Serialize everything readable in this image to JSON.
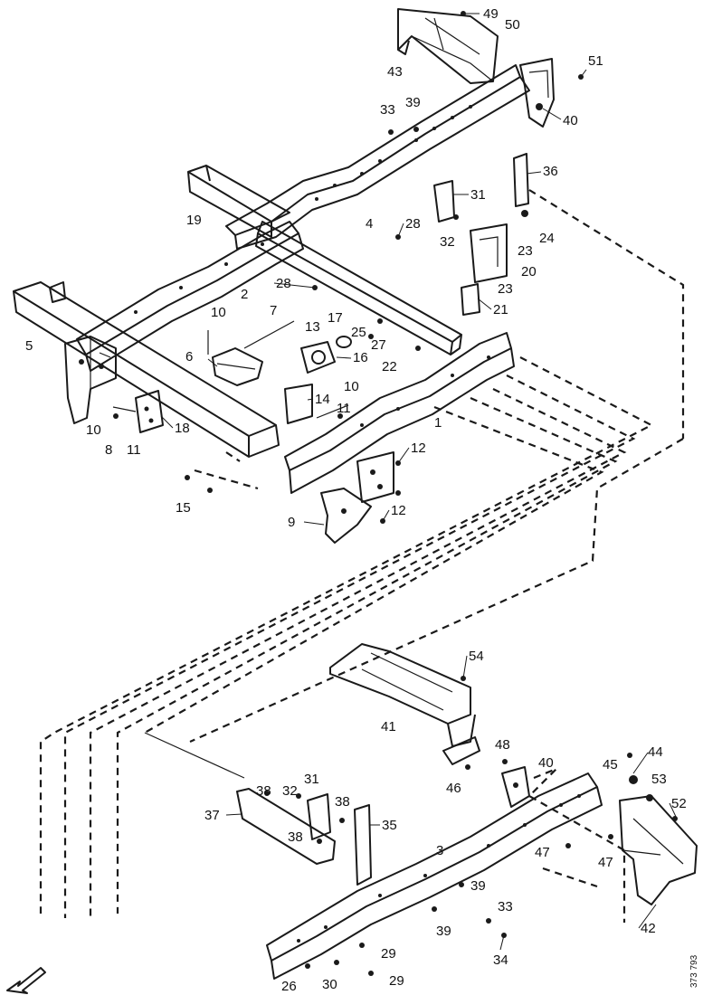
{
  "callouts": [
    {
      "id": "49",
      "text": "49"
    },
    {
      "id": "50",
      "text": "50"
    },
    {
      "id": "51",
      "text": "51"
    },
    {
      "id": "43",
      "text": "43"
    },
    {
      "id": "40a",
      "text": "40"
    },
    {
      "id": "33a",
      "text": "33"
    },
    {
      "id": "39a",
      "text": "39"
    },
    {
      "id": "36",
      "text": "36"
    },
    {
      "id": "31a",
      "text": "31"
    },
    {
      "id": "19",
      "text": "19"
    },
    {
      "id": "4",
      "text": "4"
    },
    {
      "id": "28a",
      "text": "28"
    },
    {
      "id": "32a",
      "text": "32"
    },
    {
      "id": "23a",
      "text": "23"
    },
    {
      "id": "24",
      "text": "24"
    },
    {
      "id": "20",
      "text": "20"
    },
    {
      "id": "2",
      "text": "2"
    },
    {
      "id": "28b",
      "text": "28"
    },
    {
      "id": "23b",
      "text": "23"
    },
    {
      "id": "21",
      "text": "21"
    },
    {
      "id": "5",
      "text": "5"
    },
    {
      "id": "10a",
      "text": "10"
    },
    {
      "id": "7",
      "text": "7"
    },
    {
      "id": "13",
      "text": "13"
    },
    {
      "id": "17",
      "text": "17"
    },
    {
      "id": "25",
      "text": "25"
    },
    {
      "id": "27",
      "text": "27"
    },
    {
      "id": "22",
      "text": "22"
    },
    {
      "id": "6",
      "text": "6"
    },
    {
      "id": "16",
      "text": "16"
    },
    {
      "id": "14",
      "text": "14"
    },
    {
      "id": "10b",
      "text": "10"
    },
    {
      "id": "11a",
      "text": "11"
    },
    {
      "id": "1",
      "text": "1"
    },
    {
      "id": "10c",
      "text": "10"
    },
    {
      "id": "18",
      "text": "18"
    },
    {
      "id": "8",
      "text": "8"
    },
    {
      "id": "11b",
      "text": "11"
    },
    {
      "id": "12a",
      "text": "12"
    },
    {
      "id": "15",
      "text": "15"
    },
    {
      "id": "12b",
      "text": "12"
    },
    {
      "id": "9",
      "text": "9"
    },
    {
      "id": "54",
      "text": "54"
    },
    {
      "id": "41",
      "text": "41"
    },
    {
      "id": "48",
      "text": "48"
    },
    {
      "id": "40b",
      "text": "40"
    },
    {
      "id": "44",
      "text": "44"
    },
    {
      "id": "45",
      "text": "45"
    },
    {
      "id": "46",
      "text": "46"
    },
    {
      "id": "53",
      "text": "53"
    },
    {
      "id": "52",
      "text": "52"
    },
    {
      "id": "37",
      "text": "37"
    },
    {
      "id": "38a",
      "text": "38"
    },
    {
      "id": "32b",
      "text": "32"
    },
    {
      "id": "31b",
      "text": "31"
    },
    {
      "id": "38b",
      "text": "38"
    },
    {
      "id": "35",
      "text": "35"
    },
    {
      "id": "38c",
      "text": "38"
    },
    {
      "id": "47a",
      "text": "47"
    },
    {
      "id": "47b",
      "text": "47"
    },
    {
      "id": "3",
      "text": "3"
    },
    {
      "id": "39b",
      "text": "39"
    },
    {
      "id": "33b",
      "text": "33"
    },
    {
      "id": "39c",
      "text": "39"
    },
    {
      "id": "42",
      "text": "42"
    },
    {
      "id": "34",
      "text": "34"
    },
    {
      "id": "29a",
      "text": "29"
    },
    {
      "id": "26",
      "text": "26"
    },
    {
      "id": "30",
      "text": "30"
    },
    {
      "id": "29b",
      "text": "29"
    }
  ],
  "reference_code": "373 793"
}
